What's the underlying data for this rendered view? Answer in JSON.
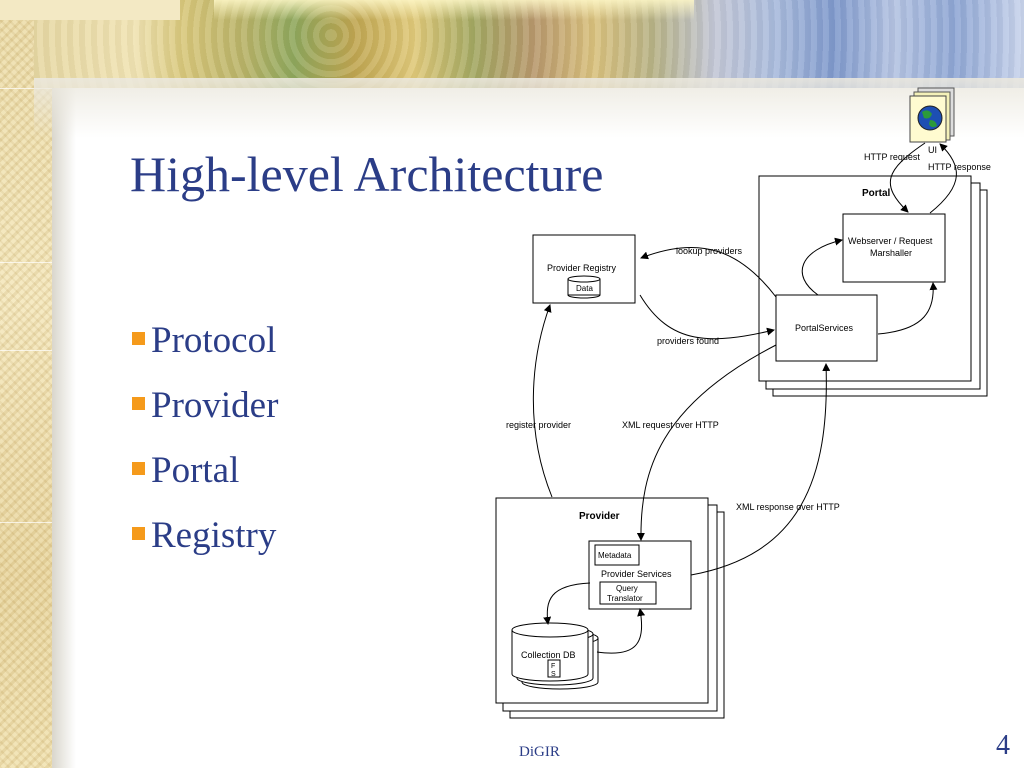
{
  "slide": {
    "title": "High-level Architecture",
    "bullets": [
      {
        "label": "Protocol"
      },
      {
        "label": "Provider"
      },
      {
        "label": "Portal"
      },
      {
        "label": "Registry"
      }
    ],
    "footer": "DiGIR",
    "page_number": "4",
    "colors": {
      "title": "#2b3d87",
      "bullet_marker": "#f59a1b"
    }
  },
  "diagram": {
    "ui_label": "UI",
    "ui_icon": "globe-document-icon",
    "http_request": "HTTP request",
    "http_response": "HTTP response",
    "portal_title": "Portal",
    "webserver_line1": "Webserver / Request",
    "webserver_line2": "Marshaller",
    "portal_services": "PortalServices",
    "provider_registry": "Provider Registry",
    "registry_data": "Data",
    "lookup_providers": "lookup providers",
    "providers_found": "providers found",
    "register_provider": "register provider",
    "xml_request": "XML request  over HTTP",
    "xml_response": "XML response over HTTP",
    "provider_title": "Provider",
    "metadata": "Metadata",
    "provider_services": "Provider Services",
    "query_line1": "Query",
    "query_line2": "Translator",
    "collection_db": "Collection DB",
    "fs_line1": "F",
    "fs_line2": "S"
  }
}
